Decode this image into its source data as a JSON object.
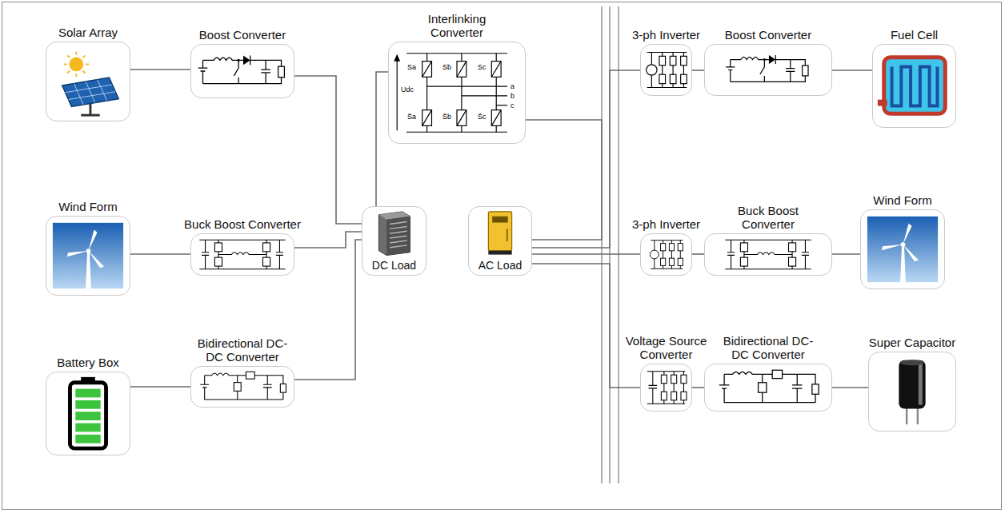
{
  "diagram": {
    "nodes": [
      {
        "text": [
          "Solar Array"
        ]
      },
      {
        "text": [
          "Boost Converter"
        ]
      },
      {
        "text": [
          "Interlinking Converter"
        ]
      },
      {
        "text": [
          "3-ph Inverter"
        ]
      },
      {
        "text": [
          "Boost Converter"
        ]
      },
      {
        "text": [
          "Fuel Cell"
        ]
      },
      {
        "text": [
          "Wind Form"
        ]
      },
      {
        "text": [
          "Buck Boost Converter"
        ]
      },
      {
        "text": [
          "3-ph Inverter"
        ]
      },
      {
        "text": [
          "Buck Boost Converter"
        ]
      },
      {
        "text": [
          "Wind Form"
        ]
      },
      {
        "text": [
          "Battery Box"
        ]
      },
      {
        "text": [
          "Bidirectional DC-DC Converter"
        ]
      },
      {
        "text": [
          "DC Load"
        ]
      },
      {
        "text": [
          "AC Load"
        ]
      },
      {
        "text": [
          "Voltage Source Converter"
        ]
      },
      {
        "text": [
          "Bidirectional DC-DC Converter"
        ]
      },
      {
        "text": [
          "Super Capacitor"
        ]
      }
    ],
    "edges": [
      {
        "from": 0,
        "to": 1,
        "arrow": "none"
      },
      {
        "from": 6,
        "to": 7,
        "arrow": "none"
      },
      {
        "from": 11,
        "to": 12,
        "arrow": "none"
      },
      {
        "from": 1,
        "to": 13,
        "arrow": "none"
      },
      {
        "from": 7,
        "to": 13,
        "arrow": "none"
      },
      {
        "from": 12,
        "to": 13,
        "arrow": "none"
      },
      {
        "from": 2,
        "to": 13,
        "arrow": "none"
      },
      {
        "from": 2,
        "to": 14,
        "arrow": "none"
      },
      {
        "from": 5,
        "to": 4,
        "arrow": "none"
      },
      {
        "from": 4,
        "to": 3,
        "arrow": "none"
      },
      {
        "from": 10,
        "to": 9,
        "arrow": "none"
      },
      {
        "from": 9,
        "to": 8,
        "arrow": "none"
      },
      {
        "from": 17,
        "to": 16,
        "arrow": "none"
      },
      {
        "from": 16,
        "to": 15,
        "arrow": "none"
      },
      {
        "from": 3,
        "to": 14,
        "arrow": "none"
      },
      {
        "from": 8,
        "to": 14,
        "arrow": "none"
      },
      {
        "from": 15,
        "to": 14,
        "arrow": "none"
      }
    ],
    "labels": [
      "Udc",
      "Sa",
      "Sb",
      "Sc",
      "S̄a",
      "S̄b",
      "S̄c",
      "a",
      "b",
      "c"
    ]
  }
}
